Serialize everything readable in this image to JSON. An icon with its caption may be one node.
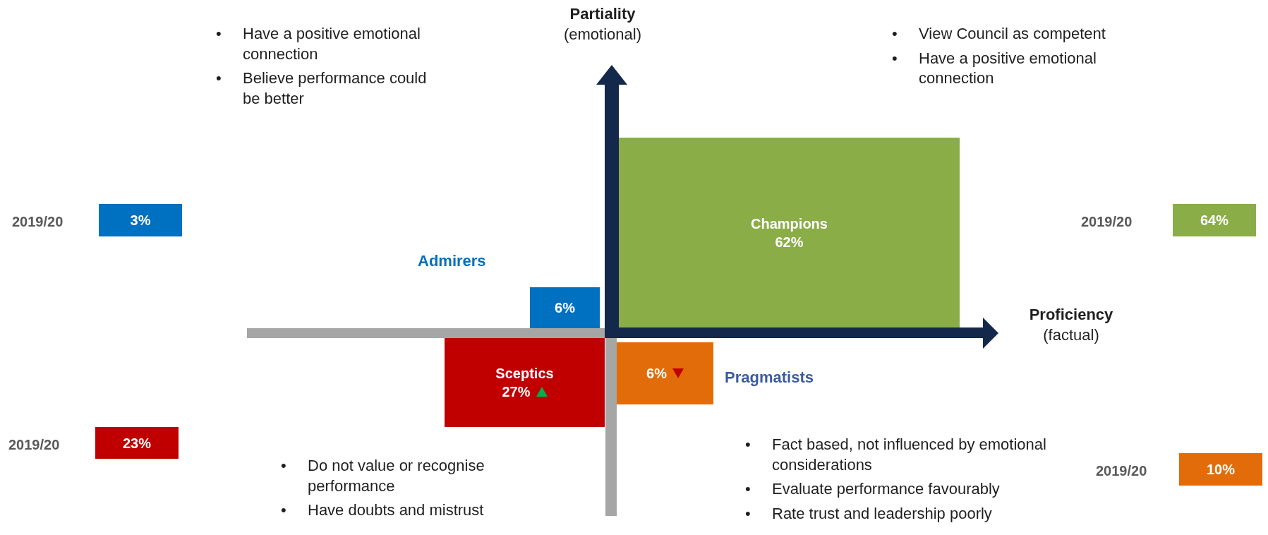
{
  "diagram": {
    "nodes": [
      {
        "text": [
          "Champions",
          "62%"
        ]
      },
      {
        "text": [
          "3%"
        ],
        "beside": [
          "2019/20"
        ]
      },
      {
        "text": [
          "64%"
        ],
        "beside": [
          "2019/20"
        ]
      },
      {
        "text": [
          "6%"
        ],
        "beside": [
          "Admirers"
        ]
      },
      {
        "text": [
          "Sceptics",
          "27%"
        ]
      },
      {
        "text": [
          "6%"
        ],
        "beside": [
          "Pragmatists"
        ]
      },
      {
        "text": [
          "23%"
        ],
        "beside": [
          "2019/20"
        ]
      },
      {
        "text": [
          "10%"
        ],
        "beside": [
          "2019/20"
        ]
      }
    ],
    "labels": [
      "Partiality",
      "(emotional)",
      "•",
      "Have a positive emotional connection",
      "•",
      "Believe performance could be better",
      "•",
      "View Council as competent",
      "•",
      "Have a positive emotional connection",
      "Proficiency",
      "(factual)",
      "•",
      "Fact based, not influenced by emotional considerations",
      "•",
      "Evaluate performance favourably",
      "•",
      "Rate trust and leadership poorly",
      "•",
      "Do not value or recognise performance",
      "•",
      "Have doubts and mistrust"
    ]
  }
}
